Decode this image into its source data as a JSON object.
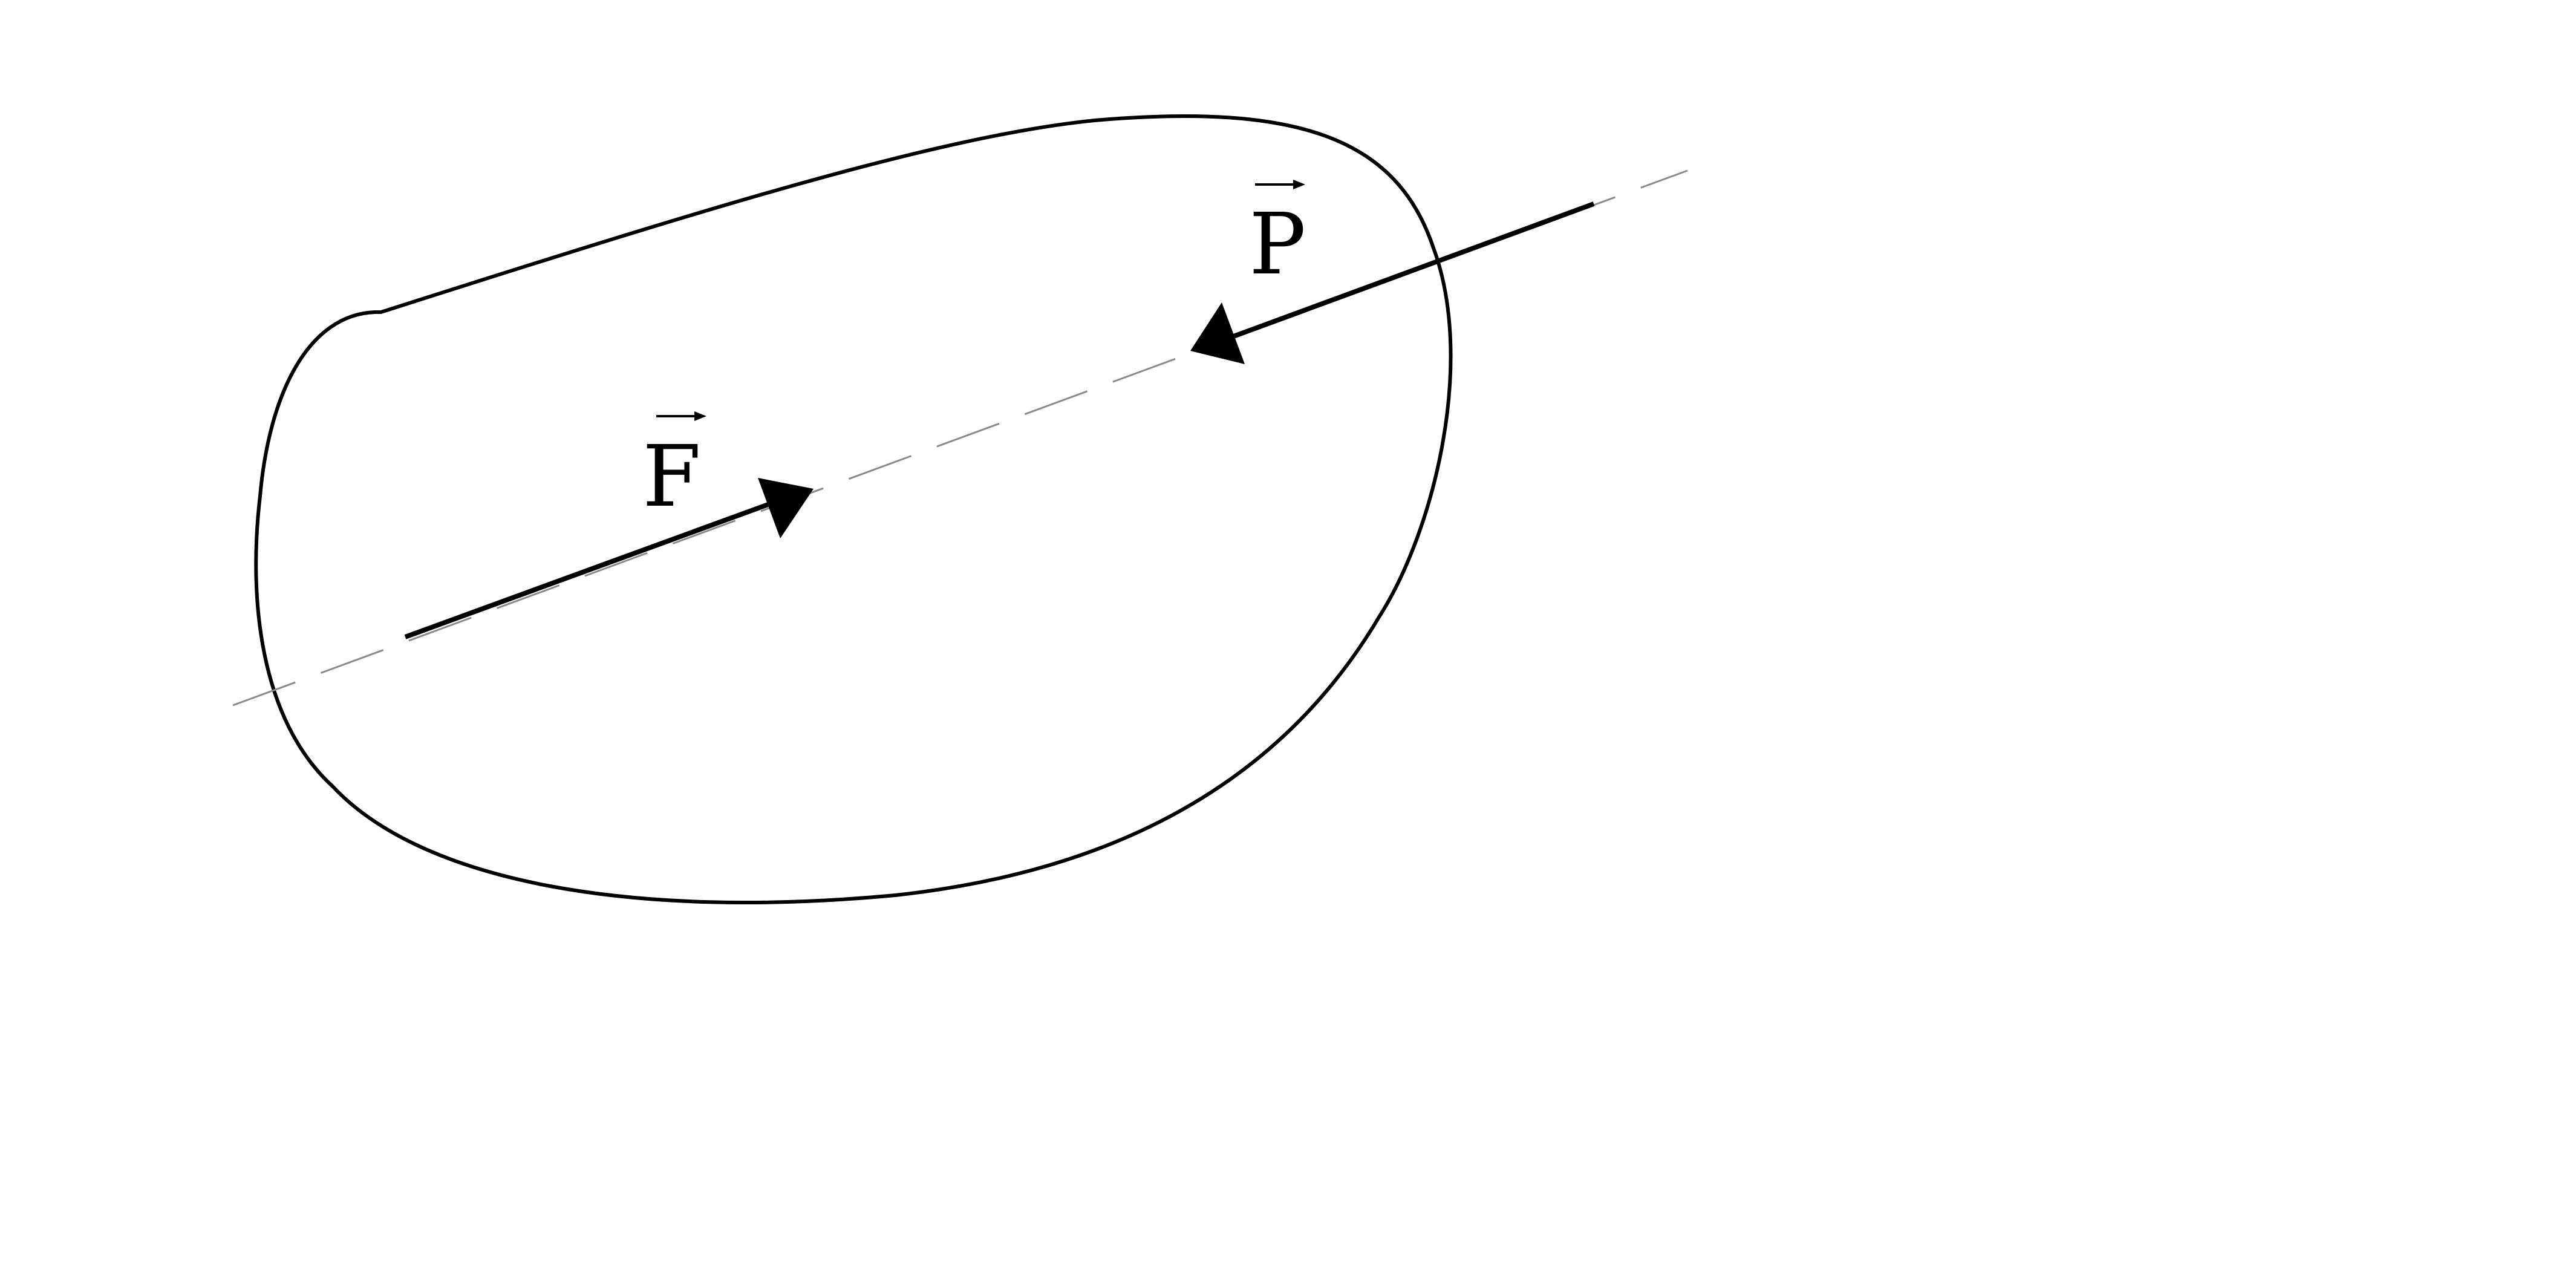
{
  "diagram": {
    "labels": {
      "force_f": "F",
      "force_p": "P"
    },
    "colors": {
      "stroke": "#000000",
      "line_of_action": "#8a8a8a",
      "background": "#ffffff"
    },
    "line_of_action_style": "dashed"
  }
}
